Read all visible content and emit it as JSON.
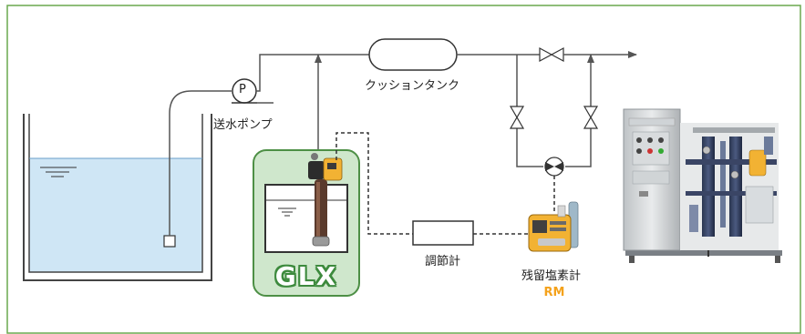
{
  "labels": {
    "pump": "送水ポンプ",
    "pump_symbol": "P",
    "cushion_tank": "クッションタンク",
    "controller": "調節計",
    "analyzer": "残留塩素計",
    "analyzer_model": "RM",
    "glx": "GLX"
  },
  "colors": {
    "frame": "#6aa84f",
    "water": "#cfe6f5",
    "glx_panel": "#cfe7cc",
    "glx_border": "#4d8f45",
    "rm_accent": "#f4a21c",
    "pipe": "#555555"
  },
  "icons": [
    "pump-icon",
    "valve-icon",
    "control-valve-icon",
    "dosing-pump-icon",
    "analyzer-device-icon",
    "equipment-photo"
  ]
}
